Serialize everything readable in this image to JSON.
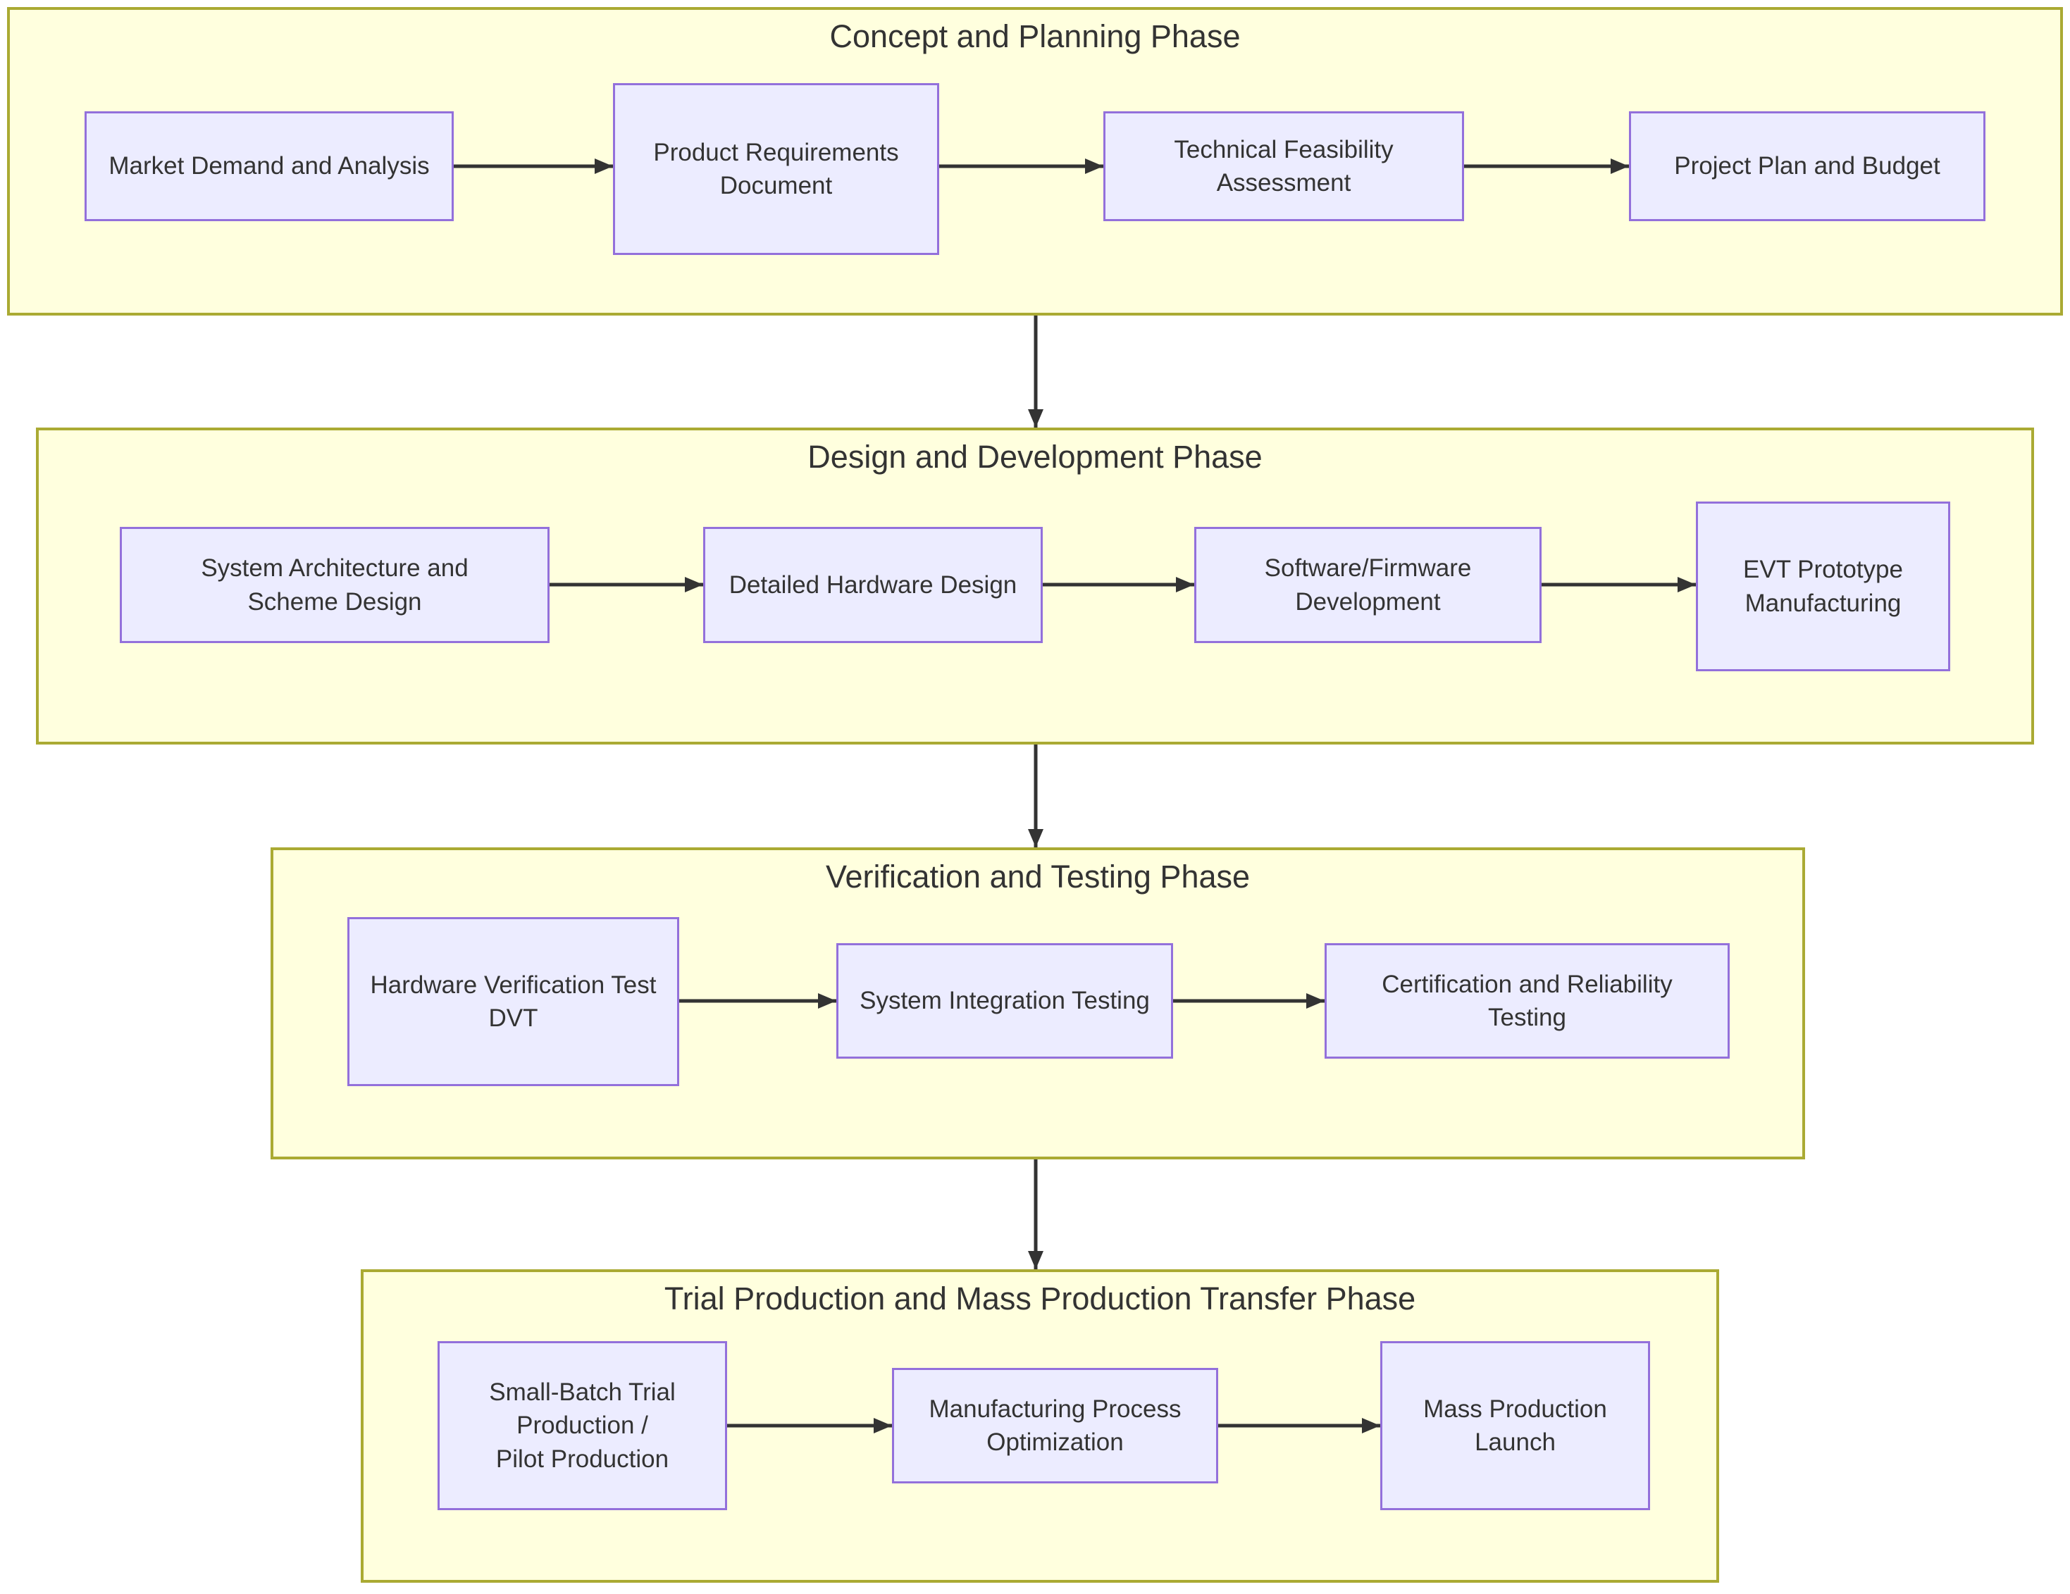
{
  "diagram": {
    "phases": [
      {
        "title": "Concept and Planning Phase",
        "nodes": [
          {
            "label": "Market Demand and Analysis"
          },
          {
            "label": "Product Requirements\nDocument"
          },
          {
            "label": "Technical Feasibility\nAssessment"
          },
          {
            "label": "Project Plan and Budget"
          }
        ]
      },
      {
        "title": "Design and Development Phase",
        "nodes": [
          {
            "label": "System Architecture and\nScheme Design"
          },
          {
            "label": "Detailed Hardware Design"
          },
          {
            "label": "Software/Firmware\nDevelopment"
          },
          {
            "label": "EVT Prototype\nManufacturing"
          }
        ]
      },
      {
        "title": "Verification and Testing Phase",
        "nodes": [
          {
            "label": "Hardware Verification Test\nDVT"
          },
          {
            "label": "System Integration Testing"
          },
          {
            "label": "Certification and Reliability\nTesting"
          }
        ]
      },
      {
        "title": "Trial Production and Mass Production Transfer Phase",
        "nodes": [
          {
            "label": "Small-Batch Trial\nProduction /\nPilot Production"
          },
          {
            "label": "Manufacturing Process\nOptimization"
          },
          {
            "label": "Mass Production\nLaunch"
          }
        ]
      }
    ]
  },
  "colors": {
    "background": "#ffffff",
    "phase_fill": "#ffffde",
    "phase_border": "#aaaa33",
    "node_fill": "#ececff",
    "node_border": "#9370db",
    "arrow": "#333333",
    "text": "#333333"
  }
}
